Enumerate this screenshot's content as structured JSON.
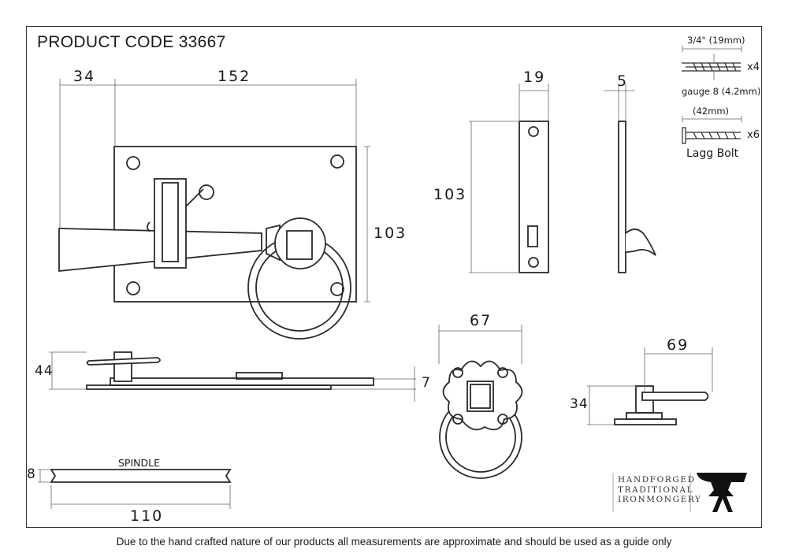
{
  "title": "PRODUCT CODE 33667",
  "dimensions": {
    "front_left": "34",
    "front_width": "152",
    "front_height": "103",
    "edge_depth": "19",
    "edge_height": "103",
    "thickness": "5",
    "side_height": "44",
    "plate_thickness": "7",
    "rose_width": "67",
    "handle_projection": "69",
    "handle_height": "34",
    "spindle_size": "8",
    "spindle_length": "110"
  },
  "spindle_label": "SPINDLE",
  "fixings": {
    "screw_length": "3/4\" (19mm)",
    "screw_qty": "x4",
    "screw_gauge": "gauge 8 (4.2mm)",
    "bolt_length": "(42mm)",
    "bolt_qty": "x6",
    "bolt_name": "Lagg Bolt"
  },
  "brand": {
    "line1": "HANDFORGED",
    "line2": "TRADITIONAL",
    "line3": "IRONMONGERY",
    "logo_letter": "A",
    "logo_icon": "anvil-icon"
  },
  "footer": "Due to the hand crafted nature of our products all measurements are approximate and should be used as a guide only"
}
